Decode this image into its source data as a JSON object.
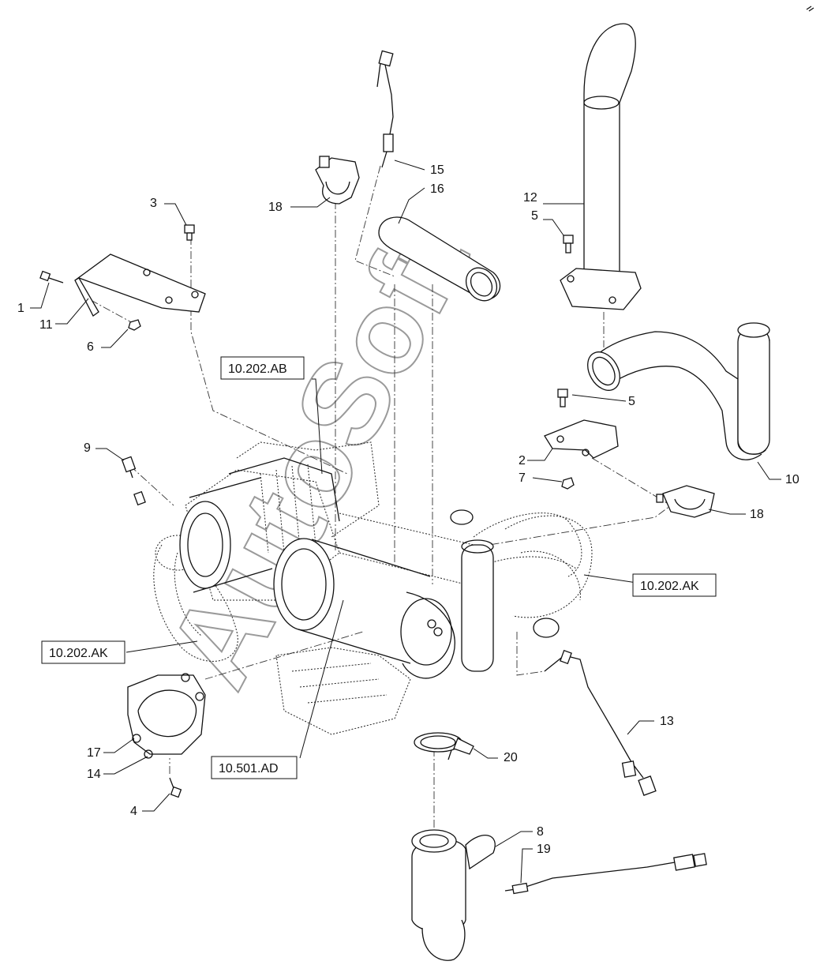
{
  "watermark": "AutoSoft",
  "callouts": {
    "c1": "1",
    "c2": "2",
    "c3": "3",
    "c4": "4",
    "c5a": "5",
    "c5b": "5",
    "c6": "6",
    "c7": "7",
    "c8": "8",
    "c9": "9",
    "c10": "10",
    "c11": "11",
    "c12": "12",
    "c13": "13",
    "c14": "14",
    "c15": "15",
    "c16": "16",
    "c17": "17",
    "c18a": "18",
    "c18b": "18",
    "c19": "19",
    "c20": "20"
  },
  "references": {
    "ab": "10.202.AB",
    "ak_right": "10.202.AK",
    "ak_left": "10.202.AK",
    "ad": "10.501.AD"
  }
}
